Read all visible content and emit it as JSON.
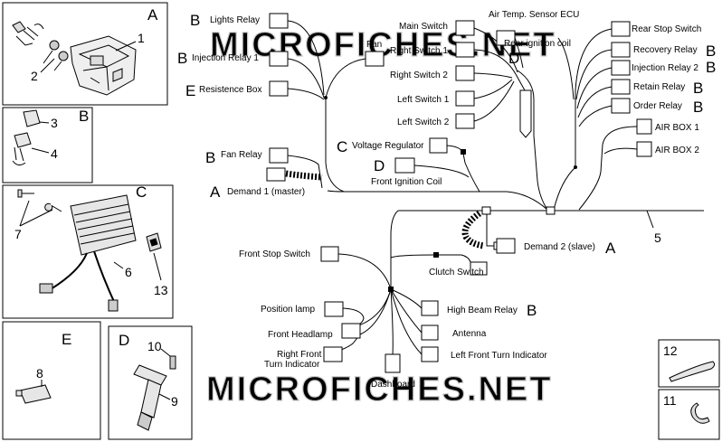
{
  "panels": {
    "A": {
      "letter": "A",
      "parts": [
        "1",
        "2"
      ]
    },
    "B": {
      "letter": "B",
      "parts": [
        "3",
        "4"
      ]
    },
    "C": {
      "letter": "C",
      "parts": [
        "7",
        "6",
        "13"
      ]
    },
    "E": {
      "letter": "E",
      "parts": [
        "8"
      ]
    },
    "D": {
      "letter": "D",
      "parts": [
        "10",
        "9"
      ]
    },
    "p12": {
      "number": "12"
    },
    "p11": {
      "number": "11"
    }
  },
  "harness_number": "5",
  "connectors": {
    "lights_relay": "Lights Relay",
    "injection_relay_1": "Injection Relay 1",
    "resistence_box": "Resistence Box",
    "fan": "Fan",
    "fan_relay": "Fan Relay",
    "demand_1": "Demand 1 (master)",
    "main_switch": "Main Switch",
    "right_switch_1": "Right Switch 1",
    "right_switch_2": "Right Switch 2",
    "left_switch_1": "Left Switch 1",
    "left_switch_2": "Left Switch 2",
    "air_temp_sensor": "Air Temp. Sensor ECU",
    "rear_ignition_coil": "Rear ignition coil",
    "voltage_regulator": "Voltage Regulator",
    "front_ignition_coil": "Front Ignition Coil",
    "rear_stop_switch": "Rear Stop Switch",
    "recovery_relay": "Recovery Relay",
    "injection_relay_2": "Injection Relay 2",
    "retain_relay": "Retain Relay",
    "order_relay": "Order Relay",
    "air_box_1": "AIR BOX 1",
    "air_box_2": "AIR BOX 2",
    "demand_2": "Demand 2 (slave)",
    "front_stop_switch": "Front Stop Switch",
    "clutch_switch": "Clutch Switch",
    "position_lamp": "Position lamp",
    "front_headlamp": "Front Headlamp",
    "right_front_turn_1": "Right Front",
    "right_front_turn_2": "Turn Indicator",
    "high_beam_relay": "High Beam Relay",
    "antenna": "Antenna",
    "left_front_turn": "Left Front Turn Indicator",
    "dashboard": "Dashboard"
  },
  "callouts": {
    "lights_relay": "B",
    "injection_relay_1": "B",
    "resistence_box": "E",
    "fan_relay": "B",
    "demand_1": "A",
    "rear_ignition_coil": "D",
    "voltage_regulator": "C",
    "front_ignition_coil": "D",
    "recovery_relay": "B",
    "injection_relay_2": "B",
    "retain_relay": "B",
    "order_relay": "B",
    "demand_2": "A",
    "high_beam_relay": "B"
  },
  "watermark": "MICROFICHES.NET"
}
